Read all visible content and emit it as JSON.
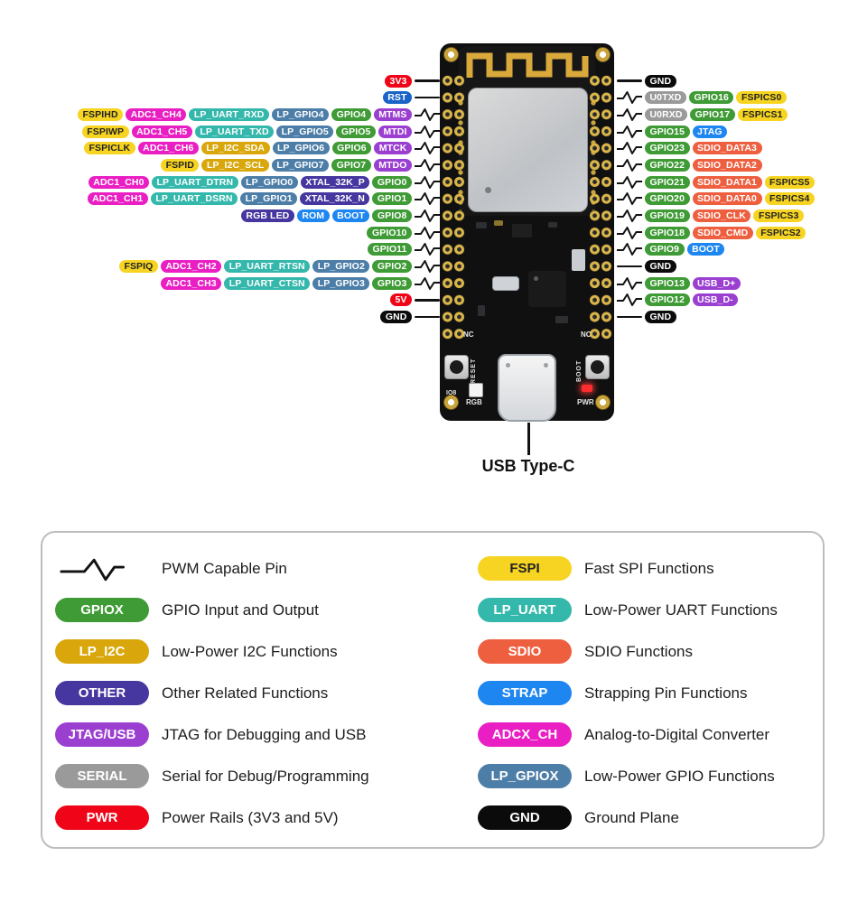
{
  "colors": {
    "gpio": "#3f9b35",
    "fspi": "#f6d421",
    "adc": "#e91fc3",
    "lp_uart": "#35b8ac",
    "lp_i2c": "#d9a70b",
    "lp_gpio": "#4d7ea8",
    "sdio": "#ee5f40",
    "strap": "#1e86f0",
    "jtag": "#9b3fd1",
    "serial": "#9a9a9a",
    "other": "#4636a0",
    "pwr": "#ef0418",
    "gnd": "#0b0b0b",
    "rst": "#1a64c8"
  },
  "left_pins": [
    {
      "pwm": false,
      "b": [
        [
          "3V3",
          "pwr"
        ]
      ]
    },
    {
      "pwm": false,
      "b": [
        [
          "RST",
          "rst"
        ]
      ]
    },
    {
      "pwm": true,
      "b": [
        [
          "FSPIHD",
          "fspi"
        ],
        [
          "ADC1_CH4",
          "adc"
        ],
        [
          "LP_UART_RXD",
          "lp_uart"
        ],
        [
          "LP_GPIO4",
          "lp_gpio"
        ],
        [
          "GPIO4",
          "gpio"
        ],
        [
          "MTMS",
          "jtag"
        ]
      ]
    },
    {
      "pwm": true,
      "b": [
        [
          "FSPIWP",
          "fspi"
        ],
        [
          "ADC1_CH5",
          "adc"
        ],
        [
          "LP_UART_TXD",
          "lp_uart"
        ],
        [
          "LP_GPIO5",
          "lp_gpio"
        ],
        [
          "GPIO5",
          "gpio"
        ],
        [
          "MTDI",
          "jtag"
        ]
      ]
    },
    {
      "pwm": true,
      "b": [
        [
          "FSPICLK",
          "fspi"
        ],
        [
          "ADC1_CH6",
          "adc"
        ],
        [
          "LP_I2C_SDA",
          "lp_i2c"
        ],
        [
          "LP_GPIO6",
          "lp_gpio"
        ],
        [
          "GPIO6",
          "gpio"
        ],
        [
          "MTCK",
          "jtag"
        ]
      ]
    },
    {
      "pwm": true,
      "b": [
        [
          "FSPID",
          "fspi"
        ],
        [
          "LP_I2C_SCL",
          "lp_i2c"
        ],
        [
          "LP_GPIO7",
          "lp_gpio"
        ],
        [
          "GPIO7",
          "gpio"
        ],
        [
          "MTDO",
          "jtag"
        ]
      ]
    },
    {
      "pwm": true,
      "b": [
        [
          "ADC1_CH0",
          "adc"
        ],
        [
          "LP_UART_DTRN",
          "lp_uart"
        ],
        [
          "LP_GPIO0",
          "lp_gpio"
        ],
        [
          "XTAL_32K_P",
          "other"
        ],
        [
          "GPIO0",
          "gpio"
        ]
      ]
    },
    {
      "pwm": true,
      "b": [
        [
          "ADC1_CH1",
          "adc"
        ],
        [
          "LP_UART_DSRN",
          "lp_uart"
        ],
        [
          "LP_GPIO1",
          "lp_gpio"
        ],
        [
          "XTAL_32K_N",
          "other"
        ],
        [
          "GPIO1",
          "gpio"
        ]
      ]
    },
    {
      "pwm": true,
      "b": [
        [
          "RGB LED",
          "other"
        ],
        [
          "ROM",
          "strap"
        ],
        [
          "BOOT",
          "strap"
        ],
        [
          "GPIO8",
          "gpio"
        ]
      ]
    },
    {
      "pwm": true,
      "b": [
        [
          "GPIO10",
          "gpio"
        ]
      ]
    },
    {
      "pwm": true,
      "b": [
        [
          "GPIO11",
          "gpio"
        ]
      ]
    },
    {
      "pwm": true,
      "b": [
        [
          "FSPIQ",
          "fspi"
        ],
        [
          "ADC1_CH2",
          "adc"
        ],
        [
          "LP_UART_RTSN",
          "lp_uart"
        ],
        [
          "LP_GPIO2",
          "lp_gpio"
        ],
        [
          "GPIO2",
          "gpio"
        ]
      ]
    },
    {
      "pwm": true,
      "b": [
        [
          "ADC1_CH3",
          "adc"
        ],
        [
          "LP_UART_CTSN",
          "lp_uart"
        ],
        [
          "LP_GPIO3",
          "lp_gpio"
        ],
        [
          "GPIO3",
          "gpio"
        ]
      ]
    },
    {
      "pwm": false,
      "b": [
        [
          "5V",
          "pwr"
        ]
      ]
    },
    {
      "pwm": false,
      "b": [
        [
          "GND",
          "gnd"
        ]
      ]
    }
  ],
  "right_pins": [
    {
      "pwm": false,
      "b": [
        [
          "GND",
          "gnd"
        ]
      ]
    },
    {
      "pwm": true,
      "b": [
        [
          "U0TXD",
          "serial"
        ],
        [
          "GPIO16",
          "gpio"
        ],
        [
          "FSPICS0",
          "fspi"
        ]
      ]
    },
    {
      "pwm": true,
      "b": [
        [
          "U0RXD",
          "serial"
        ],
        [
          "GPIO17",
          "gpio"
        ],
        [
          "FSPICS1",
          "fspi"
        ]
      ]
    },
    {
      "pwm": true,
      "b": [
        [
          "GPIO15",
          "gpio"
        ],
        [
          "JTAG",
          "strap"
        ]
      ]
    },
    {
      "pwm": true,
      "b": [
        [
          "GPIO23",
          "gpio"
        ],
        [
          "SDIO_DATA3",
          "sdio"
        ]
      ]
    },
    {
      "pwm": true,
      "b": [
        [
          "GPIO22",
          "gpio"
        ],
        [
          "SDIO_DATA2",
          "sdio"
        ]
      ]
    },
    {
      "pwm": true,
      "b": [
        [
          "GPIO21",
          "gpio"
        ],
        [
          "SDIO_DATA1",
          "sdio"
        ],
        [
          "FSPICS5",
          "fspi"
        ]
      ]
    },
    {
      "pwm": true,
      "b": [
        [
          "GPIO20",
          "gpio"
        ],
        [
          "SDIO_DATA0",
          "sdio"
        ],
        [
          "FSPICS4",
          "fspi"
        ]
      ]
    },
    {
      "pwm": true,
      "b": [
        [
          "GPIO19",
          "gpio"
        ],
        [
          "SDIO_CLK",
          "sdio"
        ],
        [
          "FSPICS3",
          "fspi"
        ]
      ]
    },
    {
      "pwm": true,
      "b": [
        [
          "GPIO18",
          "gpio"
        ],
        [
          "SDIO_CMD",
          "sdio"
        ],
        [
          "FSPICS2",
          "fspi"
        ]
      ]
    },
    {
      "pwm": true,
      "b": [
        [
          "GPIO9",
          "gpio"
        ],
        [
          "BOOT",
          "strap"
        ]
      ]
    },
    {
      "pwm": false,
      "b": [
        [
          "GND",
          "gnd"
        ]
      ]
    },
    {
      "pwm": true,
      "b": [
        [
          "GPIO13",
          "gpio"
        ],
        [
          "USB_D+",
          "jtag"
        ]
      ]
    },
    {
      "pwm": true,
      "b": [
        [
          "GPIO12",
          "gpio"
        ],
        [
          "USB_D-",
          "jtag"
        ]
      ]
    },
    {
      "pwm": false,
      "b": [
        [
          "GND",
          "gnd"
        ]
      ]
    }
  ],
  "board": {
    "silkscreen": {
      "reset": "RESET",
      "boot": "BOOT",
      "rgb": "RGB",
      "pwr": "PWR",
      "io8": "IO8",
      "nc_left": "NC",
      "nc_right": "NC"
    }
  },
  "usb": {
    "label": "USB Type-C"
  },
  "legend": {
    "left": [
      {
        "icon": "pwm",
        "label": "PWM Capable Pin"
      },
      {
        "badge": "GPIOX",
        "c": "gpio",
        "label": "GPIO Input and Output"
      },
      {
        "badge": "LP_I2C",
        "c": "lp_i2c",
        "label": "Low-Power I2C Functions"
      },
      {
        "badge": "OTHER",
        "c": "other",
        "label": "Other Related Functions"
      },
      {
        "badge": "JTAG/USB",
        "c": "jtag",
        "label": "JTAG for Debugging and USB"
      },
      {
        "badge": "SERIAL",
        "c": "serial",
        "label": "Serial for Debug/Programming"
      },
      {
        "badge": "PWR",
        "c": "pwr",
        "label": "Power Rails (3V3 and 5V)"
      }
    ],
    "right": [
      {
        "badge": "FSPI",
        "c": "fspi",
        "label": "Fast SPI Functions"
      },
      {
        "badge": "LP_UART",
        "c": "lp_uart",
        "label": "Low-Power UART Functions"
      },
      {
        "badge": "SDIO",
        "c": "sdio",
        "label": "SDIO Functions"
      },
      {
        "badge": "STRAP",
        "c": "strap",
        "label": "Strapping Pin Functions"
      },
      {
        "badge": "ADCX_CH",
        "c": "adc",
        "label": "Analog-to-Digital Converter"
      },
      {
        "badge": "LP_GPIOX",
        "c": "lp_gpio",
        "label": "Low-Power GPIO Functions"
      },
      {
        "badge": "GND",
        "c": "gnd",
        "label": "Ground Plane"
      }
    ]
  }
}
